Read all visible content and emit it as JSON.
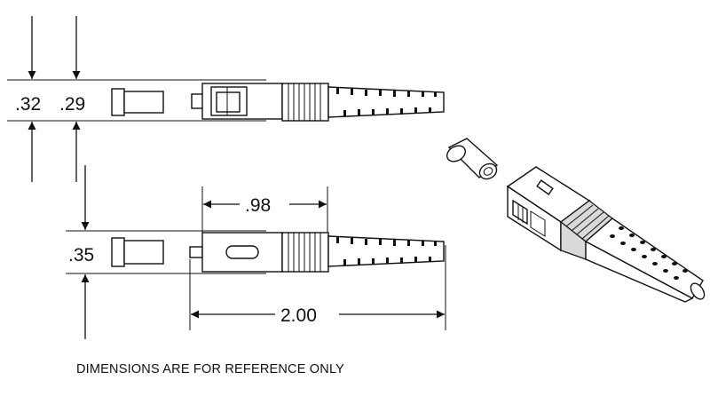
{
  "dimensions": {
    "top_outer_height": ".32",
    "top_inner_height": ".29",
    "bottom_height": ".35",
    "body_length": ".98",
    "overall_length": "2.00"
  },
  "note": "DIMENSIONS ARE FOR REFERENCE ONLY",
  "colors": {
    "line": "#111111",
    "shade": "#d9d9d9",
    "background": "#ffffff"
  }
}
